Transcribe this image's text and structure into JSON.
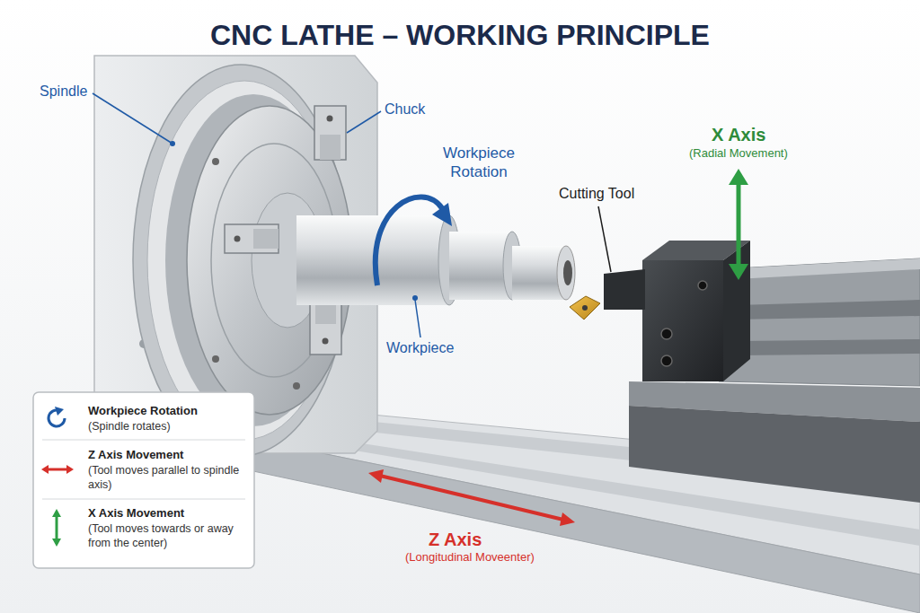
{
  "diagram": {
    "title": "CNC LATHE – WORKING PRINCIPLE",
    "labels": [
      "Spindle",
      "Chuck",
      "Workpiece Rotation",
      "Cutting Tool",
      "Workpiece",
      "X Axis",
      "(Radial Movement)",
      "Z Axis",
      "(Longitudinal Moveenter)",
      "(Spindle rotates)",
      "(Tool moves parallel to spindle axis)",
      "(Tool moves towards or away from the center)"
    ],
    "legend": [
      {
        "text": "Workpiece Rotation"
      },
      {
        "text": "Z Axis Movement"
      },
      {
        "text": "X Axis Movement"
      }
    ]
  }
}
